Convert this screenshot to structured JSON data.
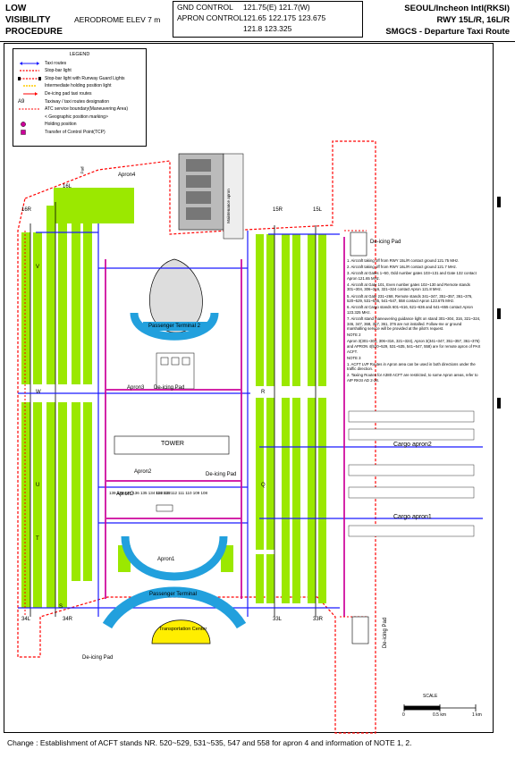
{
  "header": {
    "left_lines": [
      "LOW",
      "VISIBILITY",
      "PROCEDURE"
    ],
    "elevation": "AERODROME ELEV 7 m",
    "freq": [
      {
        "label": "GND  CONTROL",
        "value": "121.75(E)  121.7(W)"
      },
      {
        "label": "APRON CONTROL",
        "value": "121.65  122.175  123.675"
      },
      {
        "label": "",
        "value": "121.8  123.325"
      }
    ],
    "right_lines": [
      "SEOUL/Incheon Intl(RKSI)",
      "RWY 15L/R, 16L/R",
      "SMGCS - Departure Taxi Route"
    ]
  },
  "legend": {
    "title": "LEGEND",
    "items": [
      {
        "sym": "taxi",
        "label": "Taxi routes"
      },
      {
        "sym": "stopbar",
        "label": "Stop-bar light"
      },
      {
        "sym": "stopbar-rgl",
        "label": "Stop-bar light with Runway Guard Lights"
      },
      {
        "sym": "ihp",
        "label": "Intermediate holding position light"
      },
      {
        "sym": "deicing",
        "label": "De-icing pad taxi routes"
      },
      {
        "sym": "text",
        "code": "A9",
        "label": "Taxiway / taxi routes designation"
      },
      {
        "sym": "atc",
        "label": "ATC service boundary(Maneuvering Area)"
      },
      {
        "sym": "none",
        "label": "< Geographic position marking>"
      },
      {
        "sym": "holding",
        "label": "Holding position"
      },
      {
        "sym": "tcp",
        "label": "Transfer of Control Point(TCP)"
      }
    ]
  },
  "labels": {
    "apron4": "Apron4",
    "pad_nw": "Pad",
    "maint_apron": "Maintenance apron",
    "rwy_16l_top": "16L",
    "rwy_16r_top": "16R",
    "rwy_15r_top": "15R",
    "rwy_15l_top": "15L",
    "deicing_ne": "De-icing Pad",
    "pt2": "Passenger Terminal 2",
    "apron3": "Apron3",
    "deicing_c": "De-icing Pad",
    "tower": "TOWER",
    "apron2a": "Apron2",
    "apron2b": "Apron2",
    "deicing_c2": "De-icing Pad",
    "cargo2": "Cargo apron2",
    "cargo1": "Cargo apron1",
    "apron1": "Apron1",
    "pt1": "Passenger Terminal",
    "transport": "Transportation Center",
    "rwy_34l": "34L",
    "rwy_34r": "34R",
    "rwy_33l": "33L",
    "rwy_33r": "33R",
    "deicing_sw": "De-icing Pad",
    "deicing_se": "De-icing Pad",
    "scale": "SCALE",
    "scale_0": "0",
    "scale_half": "0.5 km",
    "scale_1": "1 km",
    "stand_row_a": "139 138 137 136 135 134 133 132",
    "stand_row_b": "114 113 112 111 110 109 108",
    "twy_W": "W",
    "twy_V": "V",
    "twy_U": "U",
    "twy_T": "T",
    "twy_S": "S",
    "twy_R": "R",
    "twy_Q": "Q"
  },
  "notes": [
    "1. Aircraft taking off from RWY 15L/R contact ground 121.75 MHz.",
    "2. Aircraft taking off from RWY 16L/R contact ground 121.7 MHz.",
    "3. Aircraft at Gates 1~50, Odd number gates 103~131 and Gate 132 contact Apron 121.65 MHz.",
    "4. Aircraft at Gate 101, Even number gates 102~130 and Remote stands 301~304, 306~316, 321~324 contact Apron 121.8 MHz.",
    "5. Aircraft at Gate 231~268, Remote stands 341~347, 351~357, 361~376, 520~529, 531~535, 541~547, 558 contact Apron 123.675 MHz.",
    "6. Aircraft at Cargo stands 601~616, 621~636 and 641~655 contact Apron 123.325 MHz.",
    "7. Aircraft stand maneuvering guidance light on stand 301~304, 316, 321~324, 346, 347, 368, 357, 361, 376 are not installed. Follow-me or ground marshalling service will be provided at the pilot's request.",
    "NOTE 2",
    "Apron 3(301~304, 306~316, 321~324), Apron 3(341~347, 351~357, 361~376) and APRON 4(520~529, 531~535, 541~547, 558) are for remote apron of PAX ACFT.",
    "NOTE 3",
    "1. ACFT LVP Routes in Apron area can be used in both directions under the traffic direction.",
    "2. Taxiing Routes for A380 ACFT are restricted, to some Apron areas, refer to AIP RKSI AD 2-28."
  ],
  "footer": "Change : Establishment of ACFT stands NR. 520~529, 531~535, 547 and 558 for apron 4 and information of NOTE 1, 2.",
  "colors": {
    "green": "#9BE800",
    "magenta": "#cc0099",
    "blue": "#1a1aff",
    "red": "#ff0000",
    "terminal": "#22a0dd",
    "transport": "#ffee00"
  }
}
